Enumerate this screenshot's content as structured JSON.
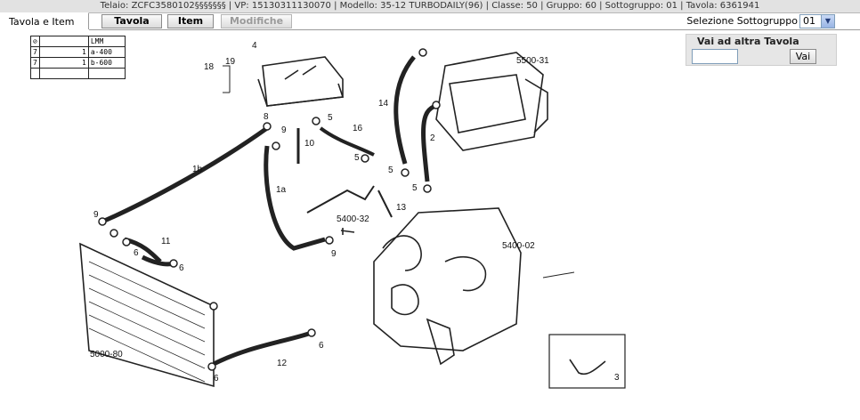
{
  "topbar": {
    "text": "Telaio: ZCFC3580102§§§§§§§ | VP: 15130311130070 | Modello: 35-12 TURBODAILY(96) | Classe: 50 | Gruppo: 60 | Sottogruppo: 01 | Tavola: 6361941"
  },
  "tabs": {
    "active": "Tavola e Item",
    "tavola": "Tavola",
    "item": "Item",
    "modifiche": "Modifiche"
  },
  "selector": {
    "label": "Selezione Sottogruppo",
    "value": "01"
  },
  "goto": {
    "title": "Vai ad altra Tavola",
    "button": "Vai",
    "input_value": ""
  },
  "legend": {
    "header_c": "LMM",
    "rows": [
      {
        "a": "7",
        "b": "1",
        "c": "a-400"
      },
      {
        "a": "7",
        "b": "1",
        "c": "b-600"
      }
    ]
  },
  "diagram": {
    "labels": [
      "4",
      "18",
      "19",
      "8",
      "9",
      "10",
      "5",
      "16",
      "1b",
      "1a",
      "9",
      "11",
      "6",
      "6",
      "14",
      "2",
      "5",
      "5",
      "5",
      "13",
      "5500-31",
      "5400-32",
      "9",
      "5400-02",
      "5000-80",
      "12",
      "6",
      "6",
      "3"
    ]
  }
}
